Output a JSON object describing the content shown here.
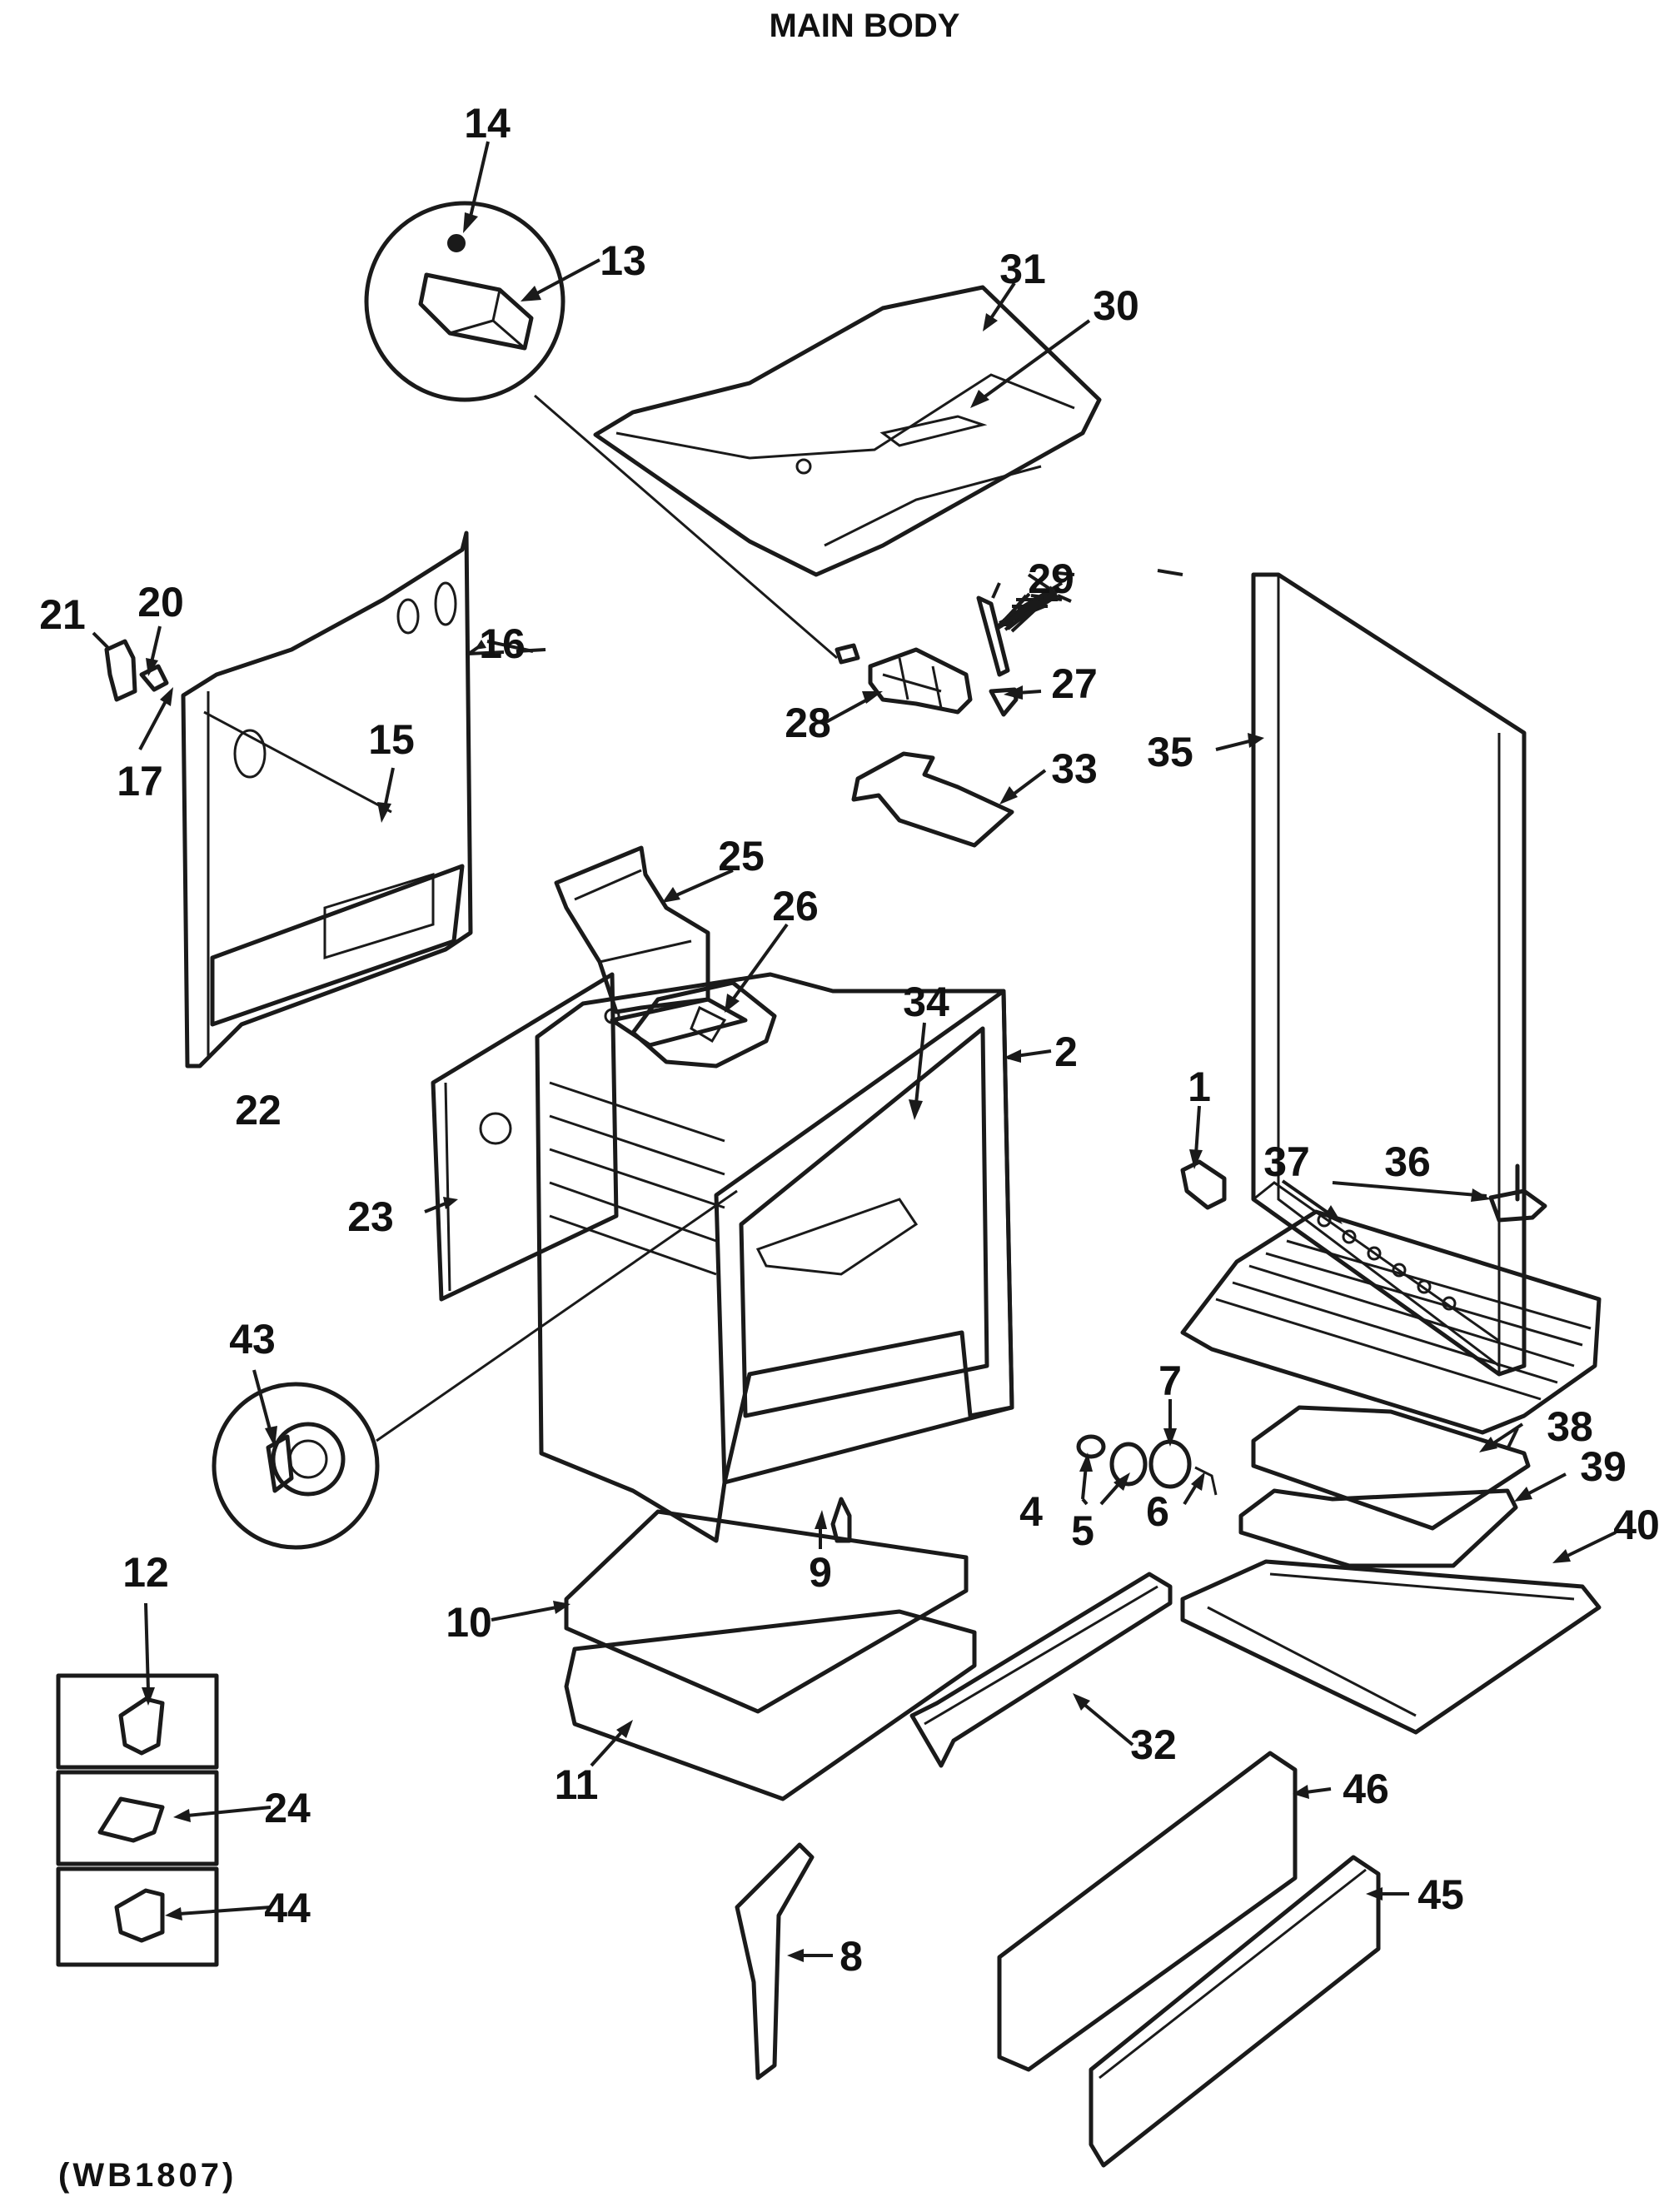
{
  "title": "MAIN BODY",
  "code": "(WB1807)",
  "parts": {
    "p1": "1",
    "p2": "2",
    "p4": "4",
    "p5": "5",
    "p6": "6",
    "p7": "7",
    "p8": "8",
    "p9": "9",
    "p10": "10",
    "p11": "11",
    "p12": "12",
    "p13": "13",
    "p14": "14",
    "p15": "15",
    "p16": "16",
    "p17": "17",
    "p20": "20",
    "p21": "21",
    "p22": "22",
    "p23": "23",
    "p24": "24",
    "p25": "25",
    "p26": "26",
    "p27": "27",
    "p28": "28",
    "p29": "29",
    "p30": "30",
    "p31": "31",
    "p32": "32",
    "p33": "33",
    "p34": "34",
    "p35": "35",
    "p36": "36",
    "p37": "37",
    "p38": "38",
    "p39": "39",
    "p40": "40",
    "p43": "43",
    "p44": "44",
    "p45": "45",
    "p46": "46"
  }
}
